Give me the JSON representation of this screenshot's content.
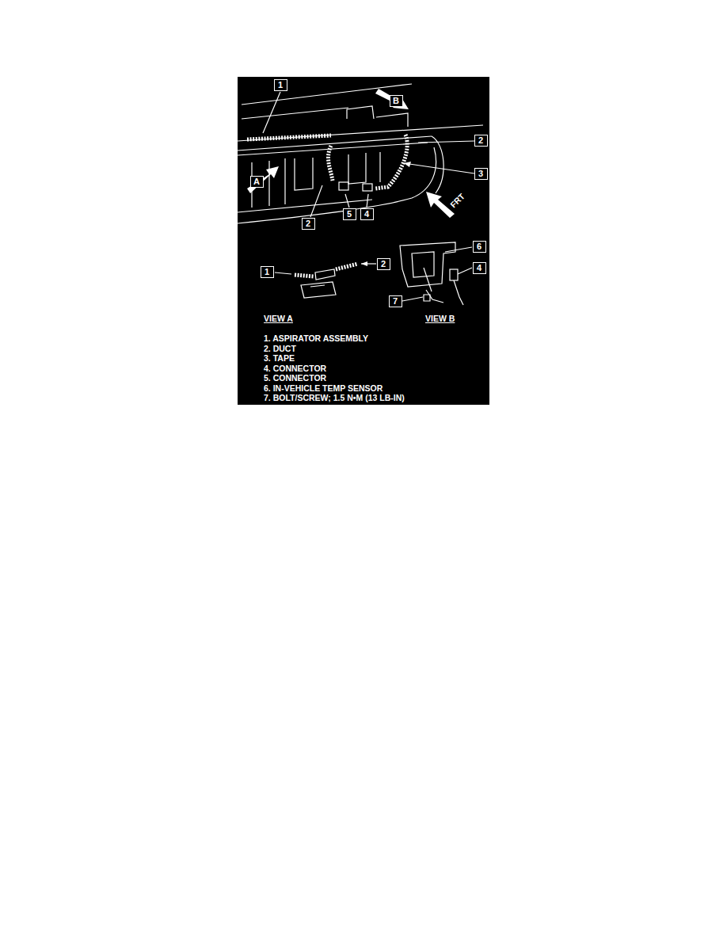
{
  "diagram": {
    "nodes": [
      {
        "text": [
          "1"
        ]
      },
      {
        "text": [
          "B"
        ]
      },
      {
        "text": [
          "2"
        ]
      },
      {
        "text": [
          "3"
        ]
      },
      {
        "text": [
          "A"
        ]
      },
      {
        "text": [
          "2"
        ]
      },
      {
        "text": [
          "5"
        ]
      },
      {
        "text": [
          "4"
        ]
      },
      {
        "text": [
          "1"
        ]
      },
      {
        "text": [
          "2"
        ]
      },
      {
        "text": [
          "6"
        ]
      },
      {
        "text": [
          "4"
        ]
      },
      {
        "text": [
          "7"
        ]
      }
    ],
    "labels": [
      "FRT",
      "VIEW A",
      "VIEW B",
      "1. ASPIRATOR ASSEMBLY",
      "2. DUCT",
      "3. TAPE",
      "4. CONNECTOR",
      "5. CONNECTOR",
      "6. IN-VEHICLE TEMP SENSOR",
      "7. BOLT/SCREW; 1.5 N•M (13 LB-IN)"
    ]
  }
}
